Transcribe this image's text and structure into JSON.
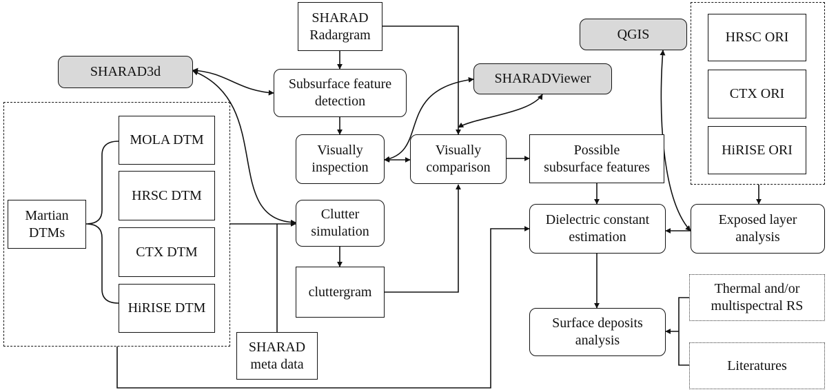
{
  "nodes": {
    "sharad_radargram": "SHARAD\nRadargram",
    "sharad3d": "SHARAD3d",
    "subsurface_detection": "Subsurface feature\ndetection",
    "sharadviewer": "SHARADViewer",
    "qgis": "QGIS",
    "visually_inspection": "Visually\ninspection",
    "visually_comparison": "Visually\ncomparison",
    "possible_features": "Possible\nsubsurface features",
    "clutter_simulation": "Clutter\nsimulation",
    "cluttergram": "cluttergram",
    "dielectric": "Dielectric constant\nestimation",
    "exposed_layer": "Exposed layer\nanalysis",
    "surface_deposits": "Surface deposits\nanalysis",
    "thermal": "Thermal and/or\nmultispectral RS",
    "literatures": "Literatures",
    "martian_dtms": "Martian\nDTMs",
    "mola_dtm": "MOLA DTM",
    "hrsc_dtm": "HRSC DTM",
    "ctx_dtm": "CTX DTM",
    "hirise_dtm": "HiRISE DTM",
    "sharad_meta": "SHARAD\nmeta data",
    "hrsc_ori": "HRSC ORI",
    "ctx_ori": "CTX ORI",
    "hirise_ori": "HiRISE ORI"
  },
  "colors": {
    "line": "#111111",
    "software_fill": "#d9d9d9",
    "box_fill": "#ffffff"
  }
}
